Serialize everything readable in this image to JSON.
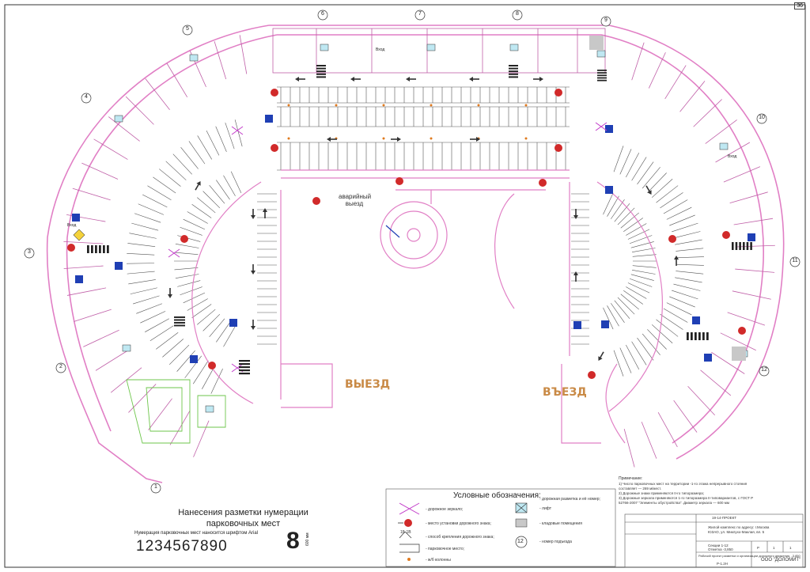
{
  "sheet_number": "36",
  "drawing": {
    "title_line1": "Нанесения разметки нумерации",
    "title_line2": "парковочных мест",
    "numbering_caption": "Нумерация парковочных мест наносится шрифтом Arial",
    "digits_sample": "1234567890",
    "digit_example": "8",
    "digit_example_size": "600 мм",
    "emergency_exit_line1": "аварийный",
    "emergency_exit_line2": "выезд",
    "exit_label": "ВЫЕЗД",
    "entry_label": "ВЪЕЗД",
    "entrance_label": "Вход",
    "stair_numbers": [
      "1",
      "2",
      "3",
      "4",
      "5",
      "6",
      "7",
      "8",
      "9",
      "10",
      "11",
      "12"
    ]
  },
  "legend": {
    "title": "Условные обозначения:",
    "items": [
      {
        "text": "- дорожное зеркало;",
        "icon": "mirror-icon"
      },
      {
        "text": "- место установки дорожного знака;",
        "icon": "sign-post-icon"
      },
      {
        "text": "- способ крепления дорожного знака;",
        "icon": "sign-mount-icon"
      },
      {
        "text": "- парковочное место;",
        "icon": "parking-space-icon"
      },
      {
        "text": "- ж/б колонны",
        "icon": "column-icon"
      },
      {
        "text": "- дорожная разметка и её номер;",
        "icon": "road-marking-icon"
      },
      {
        "text": "- лифт",
        "icon": "elevator-icon"
      },
      {
        "text": "- кладовые помещения",
        "icon": "storage-icon"
      },
      {
        "text": "- номер подъезда",
        "icon": "entrance-number-icon"
      }
    ],
    "entrance_example": "12",
    "mount_label": "1Б  1В"
  },
  "notes": {
    "heading": "Примечание:",
    "lines": [
      "1) Число парковочных мест на территории -1-го этажа непрерывного стояния",
      "составляет — 269 м/мест.",
      "2) Дорожные знаки применяются II-го типоразмера;",
      "3) Дорожные зеркала применяются 1-го типоразмера II-типовариантов, с ГОСТ Р",
      "52766-2007 \"Элементы обустройства\". Диаметр зеркала — 600 мм"
    ]
  },
  "title_block": {
    "code": "19-14-ПРОЕКТ",
    "object": "Жилой комплекс по адресу: г.Москва",
    "address": "ЮЗАО, ул. Миклухо-Маклая, вл. 5",
    "sheet_title": "Секции 1-12",
    "scale_line": "Отметка -3,850",
    "stage": "Р",
    "sheet": "1",
    "sheets": "1",
    "plan_title": "Рабочий проект разметки и организации дорожного движения, -3,850",
    "sheet_code": "Р-1.2Н",
    "company": "ООО \"ДОЛОМИТ\""
  },
  "colors": {
    "walls": "#e17fc5",
    "parking_lines": "#555555",
    "signs": "#1f3fb4",
    "stop_sign": "#d12a2a",
    "exit_text": "#c98a46",
    "green_room": "#6ec64b"
  }
}
